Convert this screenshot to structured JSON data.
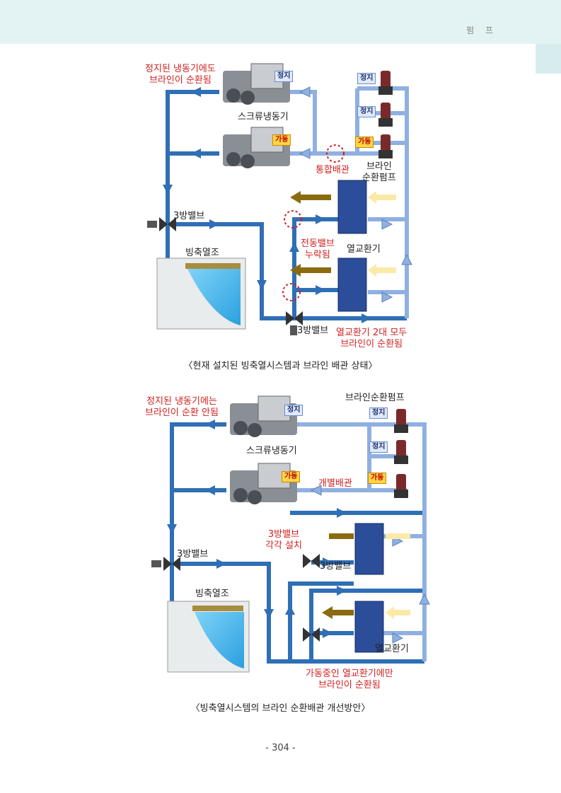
{
  "header": {
    "section": "펌 프"
  },
  "diagram1": {
    "note_stopped": [
      "정지된 냉동기에도",
      "브라인이 순환됨"
    ],
    "chiller_label": "스크류냉동기",
    "badge_stop": "정지",
    "badge_run": "가동",
    "merged_pipe": "통합배관",
    "pump_label": [
      "브라인",
      "순환펌프"
    ],
    "valve_left": "3방밸브",
    "valve_bottom": "3방밸브",
    "tank_label": "빙축열조",
    "valve_leak": [
      "전동밸브",
      "누락됨"
    ],
    "hx_label": "열교환기",
    "note_both": [
      "열교환기 2대 모두",
      "브라인이 순환됨"
    ]
  },
  "caption1": "〈현재 설치된 빙축열시스템과 브라인 배관 상태〉",
  "diagram2": {
    "note_stopped": [
      "정지된 냉동기에는",
      "브라인이 순환 안됨"
    ],
    "pump_label": "브라인순환펌프",
    "chiller_label": "스크류냉동기",
    "badge_stop": "정지",
    "badge_run": "가동",
    "separate_pipe": "개별배관",
    "valve_each": [
      "3방밸브",
      "각각 설치"
    ],
    "valve_left": "3방밸브",
    "valve_hx": "3방밸브",
    "tank_label": "빙축열조",
    "hx_label": "열교환기",
    "note_running": [
      "가동중인 열교환기에만",
      "브라인이 순환됨"
    ]
  },
  "caption2": "〈빙축열시스템의 브라인 순환배관 개선방안〉",
  "page_number": "- 304 -",
  "colors": {
    "header_band": "#e3f3f3",
    "pipe_dark": "#2f6fb5",
    "pipe_light": "#8fb0e0",
    "note_red": "#d21f1f",
    "hot_arrow": "#8a6b10",
    "cold_arrow": "#fbe9a6"
  }
}
